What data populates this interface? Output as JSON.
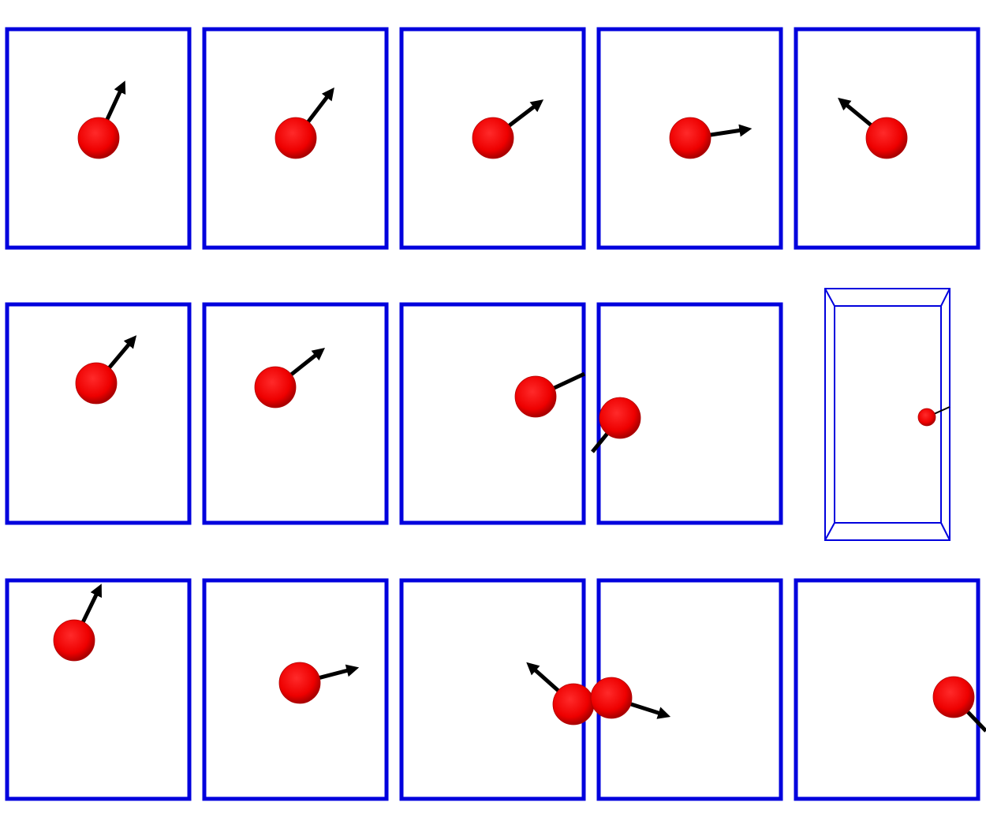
{
  "colors": {
    "box_border": "#0000dd",
    "ball": "#ff0000",
    "ball_shade": "#b00000",
    "arrow": "#000000",
    "background": "#ffffff"
  },
  "panels": [
    {
      "id": "r1c1"
    },
    {
      "id": "r1c2"
    },
    {
      "id": "r1c3"
    },
    {
      "id": "r1c4"
    },
    {
      "id": "r1c5"
    },
    {
      "id": "r2c1"
    },
    {
      "id": "r2c2"
    },
    {
      "id": "r2c3"
    },
    {
      "id": "r2c4"
    },
    {
      "id": "r2c5-3d-box"
    },
    {
      "id": "r3c1"
    },
    {
      "id": "r3c2"
    },
    {
      "id": "r3c3"
    },
    {
      "id": "r3c4"
    },
    {
      "id": "r3c5"
    }
  ]
}
